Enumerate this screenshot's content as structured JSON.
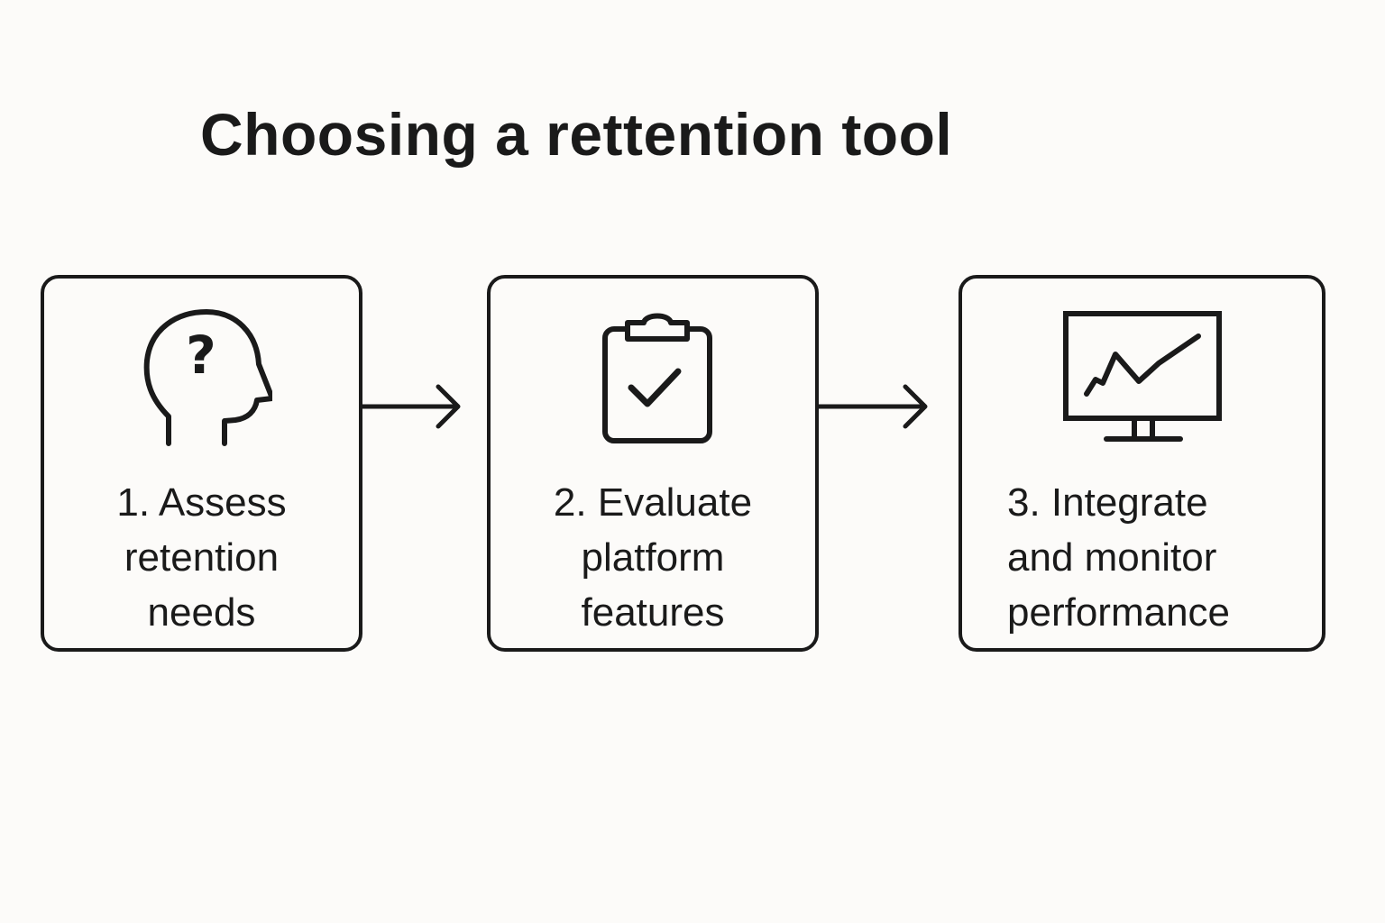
{
  "title": "Choosing a rettention tool",
  "steps": [
    {
      "icon": "head-question-icon",
      "lines": [
        "1. Assess",
        "retention",
        "needs"
      ]
    },
    {
      "icon": "clipboard-check-icon",
      "lines": [
        "2. Evaluate",
        "platform",
        "features"
      ]
    },
    {
      "icon": "monitor-chart-icon",
      "lines": [
        "3. Integrate",
        "and monitor",
        "performance"
      ]
    }
  ],
  "connectors": [
    "arrow-right-icon",
    "arrow-right-icon"
  ],
  "colors": {
    "background": "#fcfbf9",
    "ink": "#1a1a1a"
  }
}
